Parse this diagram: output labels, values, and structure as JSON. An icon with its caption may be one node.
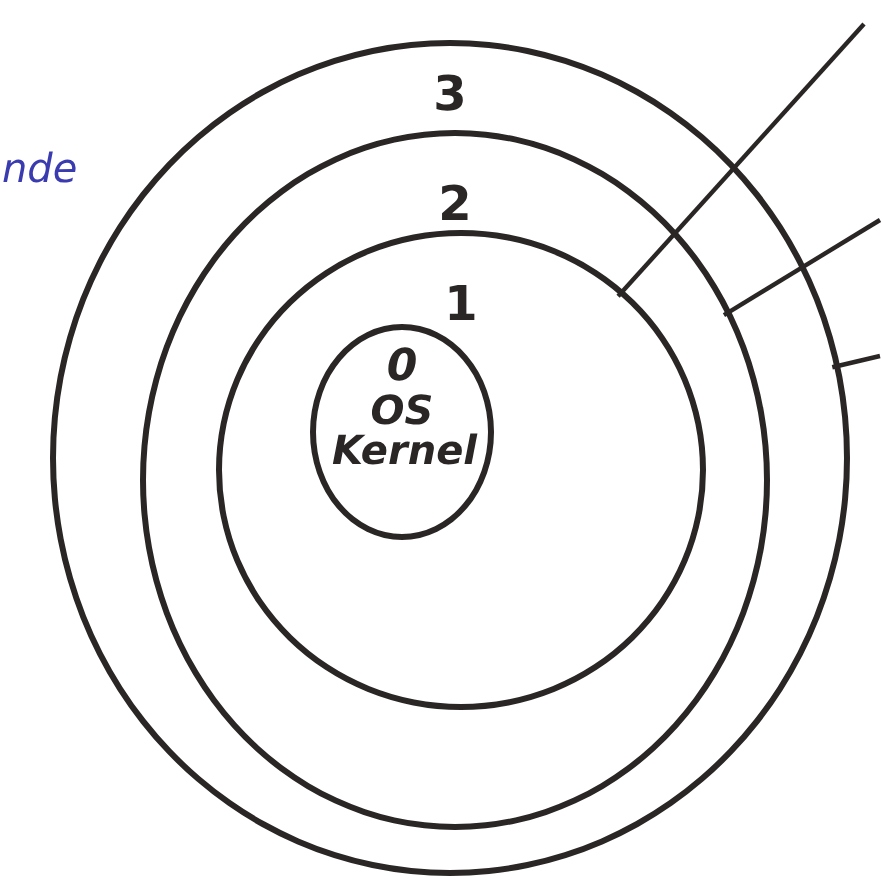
{
  "diagram": {
    "nodes": [
      {
        "text": [
          "3"
        ]
      },
      {
        "text": [
          "2"
        ],
        "in": 0
      },
      {
        "text": [
          "1"
        ],
        "in": 1
      },
      {
        "text": [
          "0",
          "OS Kernel"
        ],
        "in": 2
      }
    ],
    "edges": [
      {
        "from": null,
        "to": 2,
        "arrow": "none"
      },
      {
        "from": null,
        "to": 1,
        "arrow": "none"
      },
      {
        "from": null,
        "to": 0,
        "arrow": "none"
      }
    ],
    "labels": [
      "nde"
    ]
  }
}
